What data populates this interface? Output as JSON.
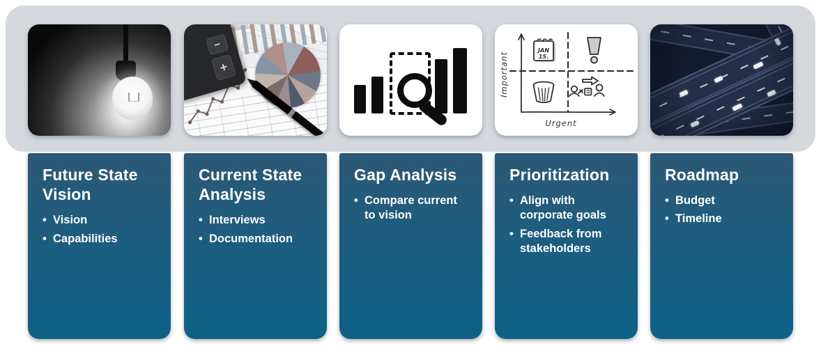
{
  "page": {
    "background": "#ffffff",
    "banner_bg": "#d5d9de"
  },
  "card_style": {
    "gradient_top": "#2d5877",
    "gradient_bottom": "#0e6187",
    "text_color": "#ffffff"
  },
  "columns": [
    {
      "id": "future-state-vision",
      "title": "Future State Vision",
      "bullets": [
        "Vision",
        "Capabilities"
      ],
      "image": "hanging-lightbulb-photo"
    },
    {
      "id": "current-state-analysis",
      "title": "Current State Analysis",
      "bullets": [
        "Interviews",
        "Documentation"
      ],
      "image": "financial-documents-photo"
    },
    {
      "id": "gap-analysis",
      "title": "Gap Analysis",
      "bullets": [
        "Compare current to vision"
      ],
      "image": "bar-chart-magnifier-icon"
    },
    {
      "id": "prioritization",
      "title": "Prioritization",
      "bullets": [
        "Align with corporate goals",
        "Feedback from stakeholders"
      ],
      "image": "urgent-important-matrix-sketch"
    },
    {
      "id": "roadmap",
      "title": "Roadmap",
      "bullets": [
        "Budget",
        "Timeline"
      ],
      "image": "highway-interchange-photo"
    }
  ],
  "matrix": {
    "y_label": "Important",
    "x_label": "Urgent",
    "calendar_line1": "JAN",
    "calendar_line2": "15."
  },
  "calculator": {
    "minus_key": "−",
    "plus_key": "+"
  }
}
